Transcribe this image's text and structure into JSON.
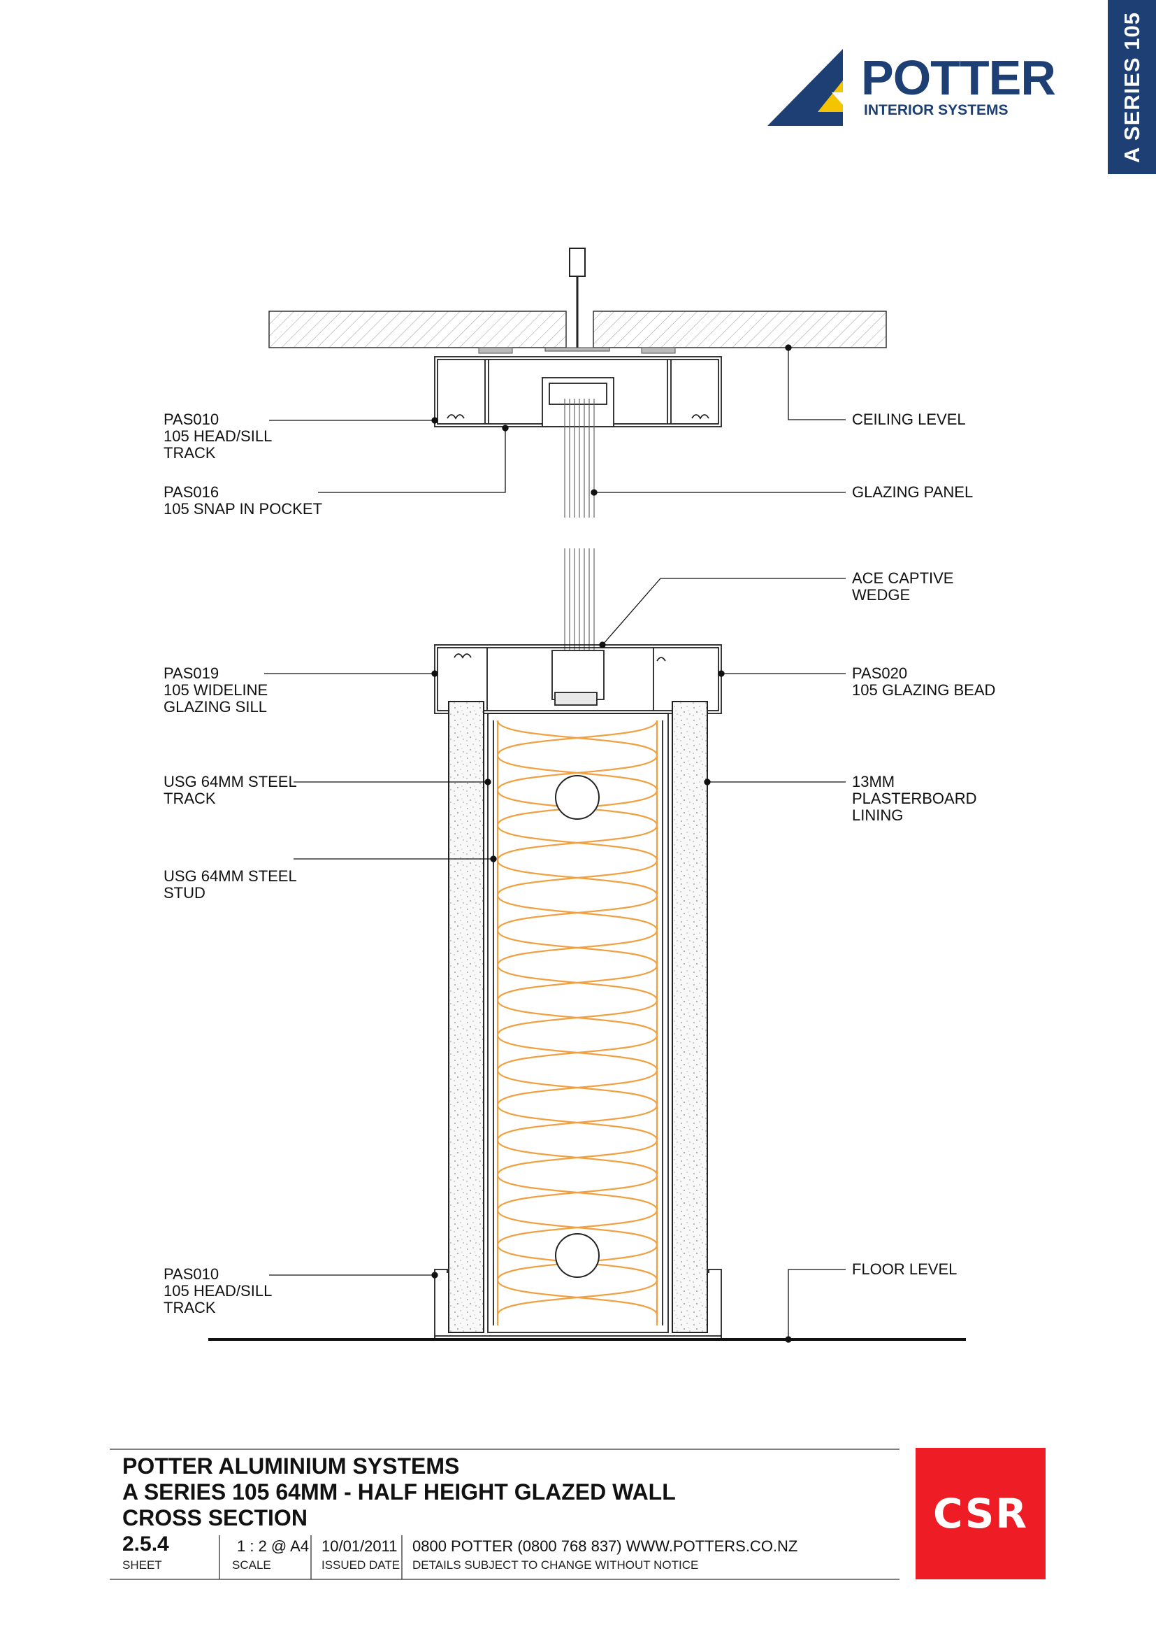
{
  "side_tab": "A SERIES 105",
  "logo": {
    "brand": "POTTER",
    "sub": "INTERIOR SYSTEMS"
  },
  "labels": {
    "pas010_top": "PAS010\n105 HEAD/SILL\nTRACK",
    "pas016": "PAS016\n105 SNAP IN POCKET",
    "pas019": "PAS019\n105 WIDELINE\nGLAZING SILL",
    "usg_track": "USG 64MM STEEL\nTRACK",
    "usg_stud": "USG 64MM STEEL\nSTUD",
    "pas010_bottom": "PAS010\n105 HEAD/SILL\nTRACK",
    "ceiling_level": "CEILING LEVEL",
    "glazing_panel": "GLAZING PANEL",
    "ace_wedge": "ACE CAPTIVE\nWEDGE",
    "pas020": "PAS020\n105 GLAZING BEAD",
    "plasterboard": "13MM\nPLASTERBOARD\nLINING",
    "floor_level": "FLOOR LEVEL"
  },
  "title_block": {
    "line1": "POTTER ALUMINIUM SYSTEMS",
    "line2": "A SERIES 105 64MM - HALF HEIGHT GLAZED WALL",
    "line3": "CROSS SECTION",
    "sheet_value": "2.5.4",
    "sheet_caption": "SHEET",
    "scale_value": "1 : 2 @ A4",
    "scale_caption": "SCALE",
    "date_value": "10/01/2011",
    "date_caption": "ISSUED DATE",
    "contact": "0800 POTTER (0800 768 837) WWW.POTTERS.CO.NZ",
    "notice": "DETAILS SUBJECT TO CHANGE WITHOUT NOTICE"
  },
  "csr_logo": "CSR",
  "colors": {
    "brand_blue": "#1d3f73",
    "brand_yellow": "#f5c400",
    "csr_red": "#ee1c25",
    "insulation": "#f0a040"
  }
}
